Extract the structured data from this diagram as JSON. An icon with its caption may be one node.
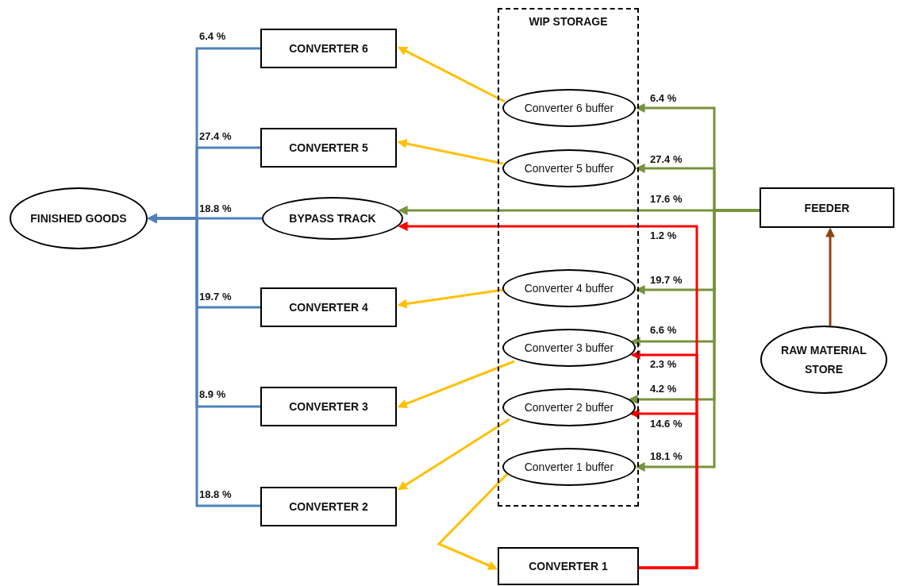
{
  "diagram": {
    "nodes": [
      {
        "text": [
          "FINISHED GOODS"
        ]
      },
      {
        "text": [
          "CONVERTER 6"
        ]
      },
      {
        "text": [
          "CONVERTER 5"
        ]
      },
      {
        "text": [
          "BYPASS TRACK"
        ]
      },
      {
        "text": [
          "CONVERTER 4"
        ]
      },
      {
        "text": [
          "CONVERTER 3"
        ]
      },
      {
        "text": [
          "CONVERTER 2"
        ]
      },
      {
        "text": [
          "WIP STORAGE"
        ]
      },
      {
        "text": [
          "Converter 6 buffer"
        ],
        "in": 7
      },
      {
        "text": [
          "Converter 5 buffer"
        ],
        "in": 7
      },
      {
        "text": [
          "Converter 4 buffer"
        ],
        "in": 7
      },
      {
        "text": [
          "Converter 3 buffer"
        ],
        "in": 7
      },
      {
        "text": [
          "Converter 2 buffer"
        ],
        "in": 7
      },
      {
        "text": [
          "Converter 1 buffer"
        ],
        "in": 7
      },
      {
        "text": [
          "FEEDER"
        ]
      },
      {
        "text": [
          "RAW MATERIAL STORE"
        ]
      },
      {
        "text": [
          "CONVERTER 1"
        ]
      }
    ],
    "edges": [
      {
        "from": 1,
        "to": 0,
        "arrow": "to",
        "label": "6.4 %",
        "color": "#4f81bd"
      },
      {
        "from": 2,
        "to": 0,
        "arrow": "to",
        "label": "27.4 %",
        "color": "#4f81bd"
      },
      {
        "from": 3,
        "to": 0,
        "arrow": "to",
        "label": "18.8 %",
        "color": "#4f81bd"
      },
      {
        "from": 4,
        "to": 0,
        "arrow": "to",
        "label": "19.7 %",
        "color": "#4f81bd"
      },
      {
        "from": 5,
        "to": 0,
        "arrow": "to",
        "label": "8.9 %",
        "color": "#4f81bd"
      },
      {
        "from": 6,
        "to": 0,
        "arrow": "to",
        "label": "18.8 %",
        "color": "#4f81bd"
      },
      {
        "from": 8,
        "to": 1,
        "arrow": "to",
        "color": "#ffc000"
      },
      {
        "from": 9,
        "to": 2,
        "arrow": "to",
        "color": "#ffc000"
      },
      {
        "from": 10,
        "to": 4,
        "arrow": "to",
        "color": "#ffc000"
      },
      {
        "from": 11,
        "to": 5,
        "arrow": "to",
        "color": "#ffc000"
      },
      {
        "from": 12,
        "to": 6,
        "arrow": "to",
        "color": "#ffc000"
      },
      {
        "from": 13,
        "to": 16,
        "arrow": "to",
        "color": "#ffc000"
      },
      {
        "from": 14,
        "to": 8,
        "arrow": "to",
        "label": "6.4 %",
        "color": "#77933c"
      },
      {
        "from": 14,
        "to": 9,
        "arrow": "to",
        "label": "27.4 %",
        "color": "#77933c"
      },
      {
        "from": 14,
        "to": 3,
        "arrow": "to",
        "label": "17.6 %",
        "color": "#77933c"
      },
      {
        "from": 14,
        "to": 10,
        "arrow": "to",
        "label": "19.7 %",
        "color": "#77933c"
      },
      {
        "from": 14,
        "to": 11,
        "arrow": "to",
        "label": "6.6 %",
        "color": "#77933c"
      },
      {
        "from": 14,
        "to": 12,
        "arrow": "to",
        "label": "4.2 %",
        "color": "#77933c"
      },
      {
        "from": 14,
        "to": 13,
        "arrow": "to",
        "label": "18.1 %",
        "color": "#77933c"
      },
      {
        "from": 16,
        "to": 3,
        "arrow": "to",
        "label": "1.2 %",
        "color": "#ff0000"
      },
      {
        "from": 16,
        "to": 11,
        "arrow": "to",
        "label": "2.3 %",
        "color": "#ff0000"
      },
      {
        "from": 16,
        "to": 12,
        "arrow": "to",
        "label": "14.6 %",
        "color": "#ff0000"
      },
      {
        "from": 15,
        "to": 14,
        "arrow": "to",
        "color": "#8b4513"
      }
    ]
  }
}
